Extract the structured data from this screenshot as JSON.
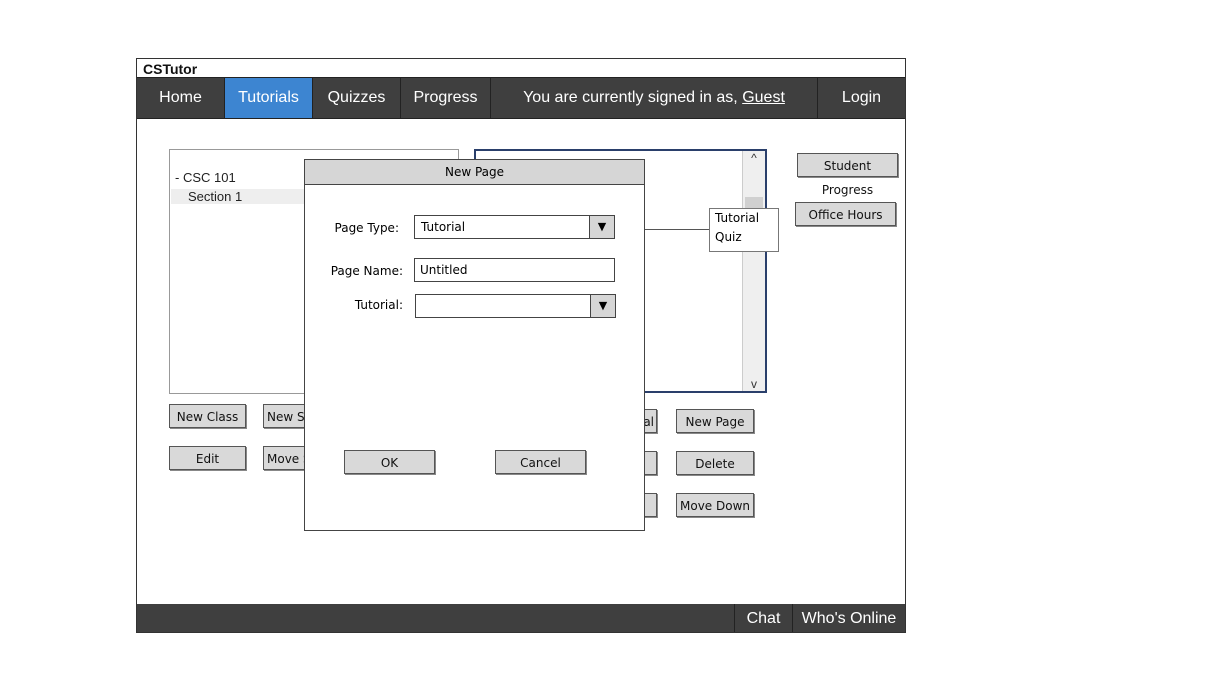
{
  "app": {
    "title": "CSTutor"
  },
  "nav": {
    "items": [
      "Home",
      "Tutorials",
      "Quizzes",
      "Progress"
    ],
    "signed_in_prefix": "You are currently signed in as,",
    "signed_in_user": "Guest",
    "login": "Login"
  },
  "tree": {
    "items": [
      "- CSC 101",
      "Section 1"
    ]
  },
  "side_buttons": {
    "student_progress": "Student Progress",
    "office_hours": "Office Hours"
  },
  "left_buttons": {
    "new_class": "New Class",
    "new_section": "New S",
    "edit": "Edit",
    "move_section": "Move S"
  },
  "right_buttons": {
    "new_tutorial_partial": "al",
    "new_page": "New Page",
    "delete": "Delete",
    "move_down": "Move Down"
  },
  "scroll": {
    "up": "^",
    "down": "v"
  },
  "popup": {
    "options": [
      "Tutorial",
      "Quiz"
    ]
  },
  "dialog": {
    "title": "New Page",
    "page_type_label": "Page Type:",
    "page_type_value": "Tutorial",
    "page_name_label": "Page Name:",
    "page_name_value": "Untitled",
    "tutorial_label": "Tutorial:",
    "tutorial_value": "",
    "ok": "OK",
    "cancel": "Cancel",
    "arrow": "▼"
  },
  "footer": {
    "chat": "Chat",
    "whos_online": "Who's Online"
  }
}
